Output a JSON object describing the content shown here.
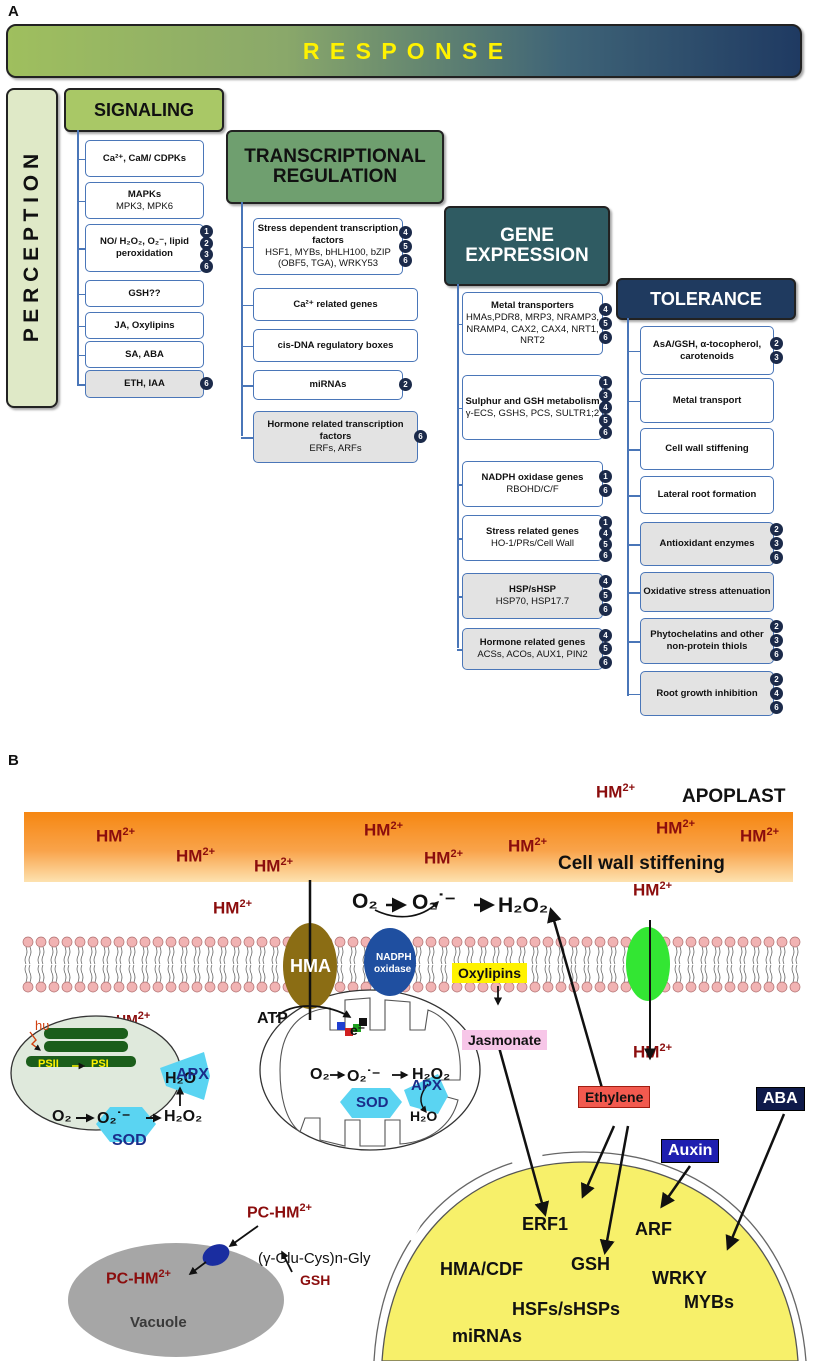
{
  "panel_a": {
    "letter": "A",
    "response": "R E S P O N S E",
    "perception": "P E R C E P T I O N",
    "signaling": {
      "title": "SIGNALING",
      "items": [
        {
          "title": "Ca²⁺, CaM/ CDPKs",
          "sub": ""
        },
        {
          "title": "MAPKs",
          "sub": "MPK3, MPK6"
        },
        {
          "title": "NO/ H₂O₂, O₂⁻, lipid peroxidation",
          "sub": ""
        },
        {
          "title": "GSH??",
          "sub": ""
        },
        {
          "title": "JA, Oxylipins",
          "sub": ""
        },
        {
          "title": "SA, ABA",
          "sub": ""
        },
        {
          "title": "ETH, IAA",
          "sub": ""
        }
      ]
    },
    "transcriptional": {
      "title_line1": "TRANSCRIPTIONAL",
      "title_line2": "REGULATION",
      "items": [
        {
          "title": "Stress dependent transcription factors",
          "sub": "HSF1, MYBs, bHLH100, bZIP (OBF5, TGA), WRKY53"
        },
        {
          "title": "Ca²⁺ related genes",
          "sub": ""
        },
        {
          "title": "cis-DNA regulatory boxes",
          "sub": ""
        },
        {
          "title": "miRNAs",
          "sub": ""
        },
        {
          "title": "Hormone related transcription factors",
          "sub": "ERFs, ARFs"
        }
      ]
    },
    "gene_expression": {
      "title_line1": "GENE",
      "title_line2": "EXPRESSION",
      "items": [
        {
          "title": "Metal transporters",
          "sub": "HMAs,PDR8, MRP3, NRAMP3, NRAMP4, CAX2, CAX4, NRT1, NRT2"
        },
        {
          "title": "Sulphur and GSH metabolism",
          "sub": "γ-ECS, GSHS, PCS, SULTR1;2"
        },
        {
          "title": "NADPH oxidase genes",
          "sub": "RBOHD/C/F"
        },
        {
          "title": "Stress related genes",
          "sub": "HO-1/PRs/Cell Wall"
        },
        {
          "title": "HSP/sHSP",
          "sub": "HSP70, HSP17.7"
        },
        {
          "title": "Hormone related genes",
          "sub": "ACSs, ACOs, AUX1, PIN2"
        }
      ]
    },
    "tolerance": {
      "title": "TOLERANCE",
      "items": [
        {
          "title": "AsA/GSH, α-tocopherol, carotenoids"
        },
        {
          "title": "Metal transport"
        },
        {
          "title": "Cell wall stiffening"
        },
        {
          "title": "Lateral root formation"
        },
        {
          "title": "Antioxidant enzymes"
        },
        {
          "title": "Oxidative stress attenuation"
        },
        {
          "title": "Phytochelatins and other non-protein thiols"
        },
        {
          "title": "Root growth inhibition"
        }
      ]
    },
    "badges": {
      "no_h2o2": [
        "1",
        "2",
        "3",
        "6"
      ],
      "eth_iaa": [
        "6"
      ],
      "stress_tf": [
        "4",
        "5",
        "6"
      ],
      "mirnas": [
        "2"
      ],
      "hormone_tf": [
        "6"
      ],
      "metal_transporters": [
        "4",
        "5",
        "6"
      ],
      "sulphur": [
        "1",
        "3",
        "4",
        "5",
        "6"
      ],
      "nadph": [
        "1",
        "6"
      ],
      "stress_genes": [
        "1",
        "4",
        "5",
        "6"
      ],
      "hsp": [
        "4",
        "5",
        "6"
      ],
      "hormone_genes": [
        "4",
        "5",
        "6"
      ],
      "asa": [
        "2",
        "3"
      ],
      "antioxidant": [
        "2",
        "3",
        "6"
      ],
      "phytochelatins": [
        "2",
        "3",
        "6"
      ],
      "root_growth": [
        "2",
        "4",
        "6"
      ]
    }
  },
  "panel_b": {
    "letter": "B",
    "apoplast": "APOPLAST",
    "cell_wall": "Cell wall stiffening",
    "hm_base": "HM",
    "hm_charge": "2+",
    "o2": "O₂",
    "o2_radical": "O₂˙⁻",
    "h2o2": "H₂O₂",
    "h2o": "H₂O",
    "hma": "HMA",
    "nadph_line1": "NADPH",
    "nadph_line2": "oxidase",
    "atp": "ATP",
    "oxylipins": "Oxylipins",
    "jasmonate": "Jasmonate",
    "ethylene": "Ethylene",
    "auxin": "Auxin",
    "aba": "ABA",
    "hv": "hυ",
    "psii": "PSII",
    "psi": "PSI",
    "apx": "APX",
    "sod": "SOD",
    "electron": "e⁻",
    "pc_hm": "PC-HM",
    "glu_cys": "(γ-Glu-Cys)n-Gly",
    "gsh_red": "GSH",
    "vacuole": "Vacuole",
    "nucleus": {
      "erf1": "ERF1",
      "gsh": "GSH",
      "arf": "ARF",
      "hma_cdf": "HMA/CDF",
      "wrky": "WRKY",
      "mybs": "MYBs",
      "hsfs": "HSFs/sHSPs",
      "mirnas": "miRNAs"
    },
    "colors": {
      "wall_top": "#f7931e",
      "wall_bottom": "#fde0a0",
      "hm_red": "#8b0d0d",
      "nucleus": "#f7f06a",
      "hma": "#8b6d14",
      "nadph": "#1f4fa0",
      "channel": "#33e633",
      "sod_apx": "#5ad4f2",
      "oxylipins_bg": "#fff200",
      "jasmonate_bg": "#f7c6e8",
      "ethylene_bg": "#f25a4f",
      "auxin_bg": "#1f1fb0",
      "aba_bg": "#0f1a4a"
    }
  }
}
